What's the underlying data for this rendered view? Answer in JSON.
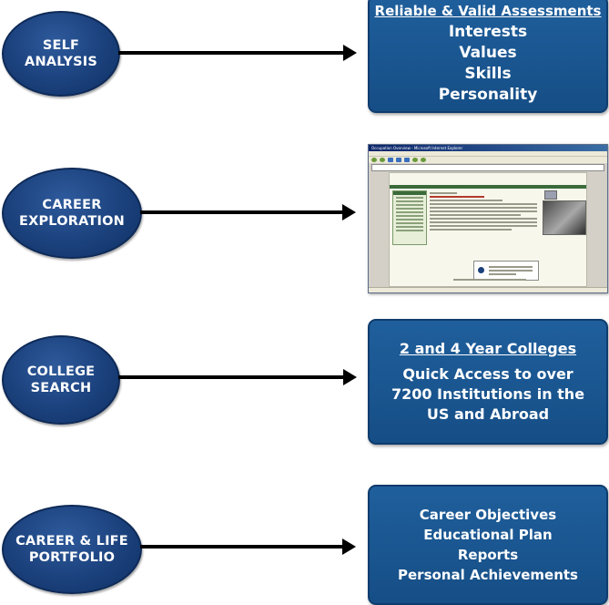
{
  "rows": [
    {
      "oval": [
        "SELF",
        "ANALYSIS"
      ],
      "box": {
        "heading": "Reliable & Valid Assessments",
        "lines": [
          "Interests",
          "Values",
          "Skills",
          "Personality"
        ]
      }
    },
    {
      "oval": [
        "CAREER",
        "EXPLORATION"
      ],
      "screenshot": {
        "window_title": "Occupation Overview - Microsoft Internet Explorer"
      }
    },
    {
      "oval": [
        "COLLEGE",
        "SEARCH"
      ],
      "box": {
        "heading": "2 and 4 Year Colleges",
        "lines": [
          "Quick Access to over",
          "7200 Institutions in the",
          "US and Abroad"
        ]
      }
    },
    {
      "oval": [
        "CAREER & LIFE",
        "PORTFOLIO"
      ],
      "box": {
        "lines": [
          "Career Objectives",
          "Educational Plan",
          "Reports",
          "Personal Achievements"
        ]
      }
    }
  ],
  "colors": {
    "oval": "#1b417c",
    "box": "#1a5690",
    "arrow": "#000000",
    "text": "#ffffff"
  }
}
